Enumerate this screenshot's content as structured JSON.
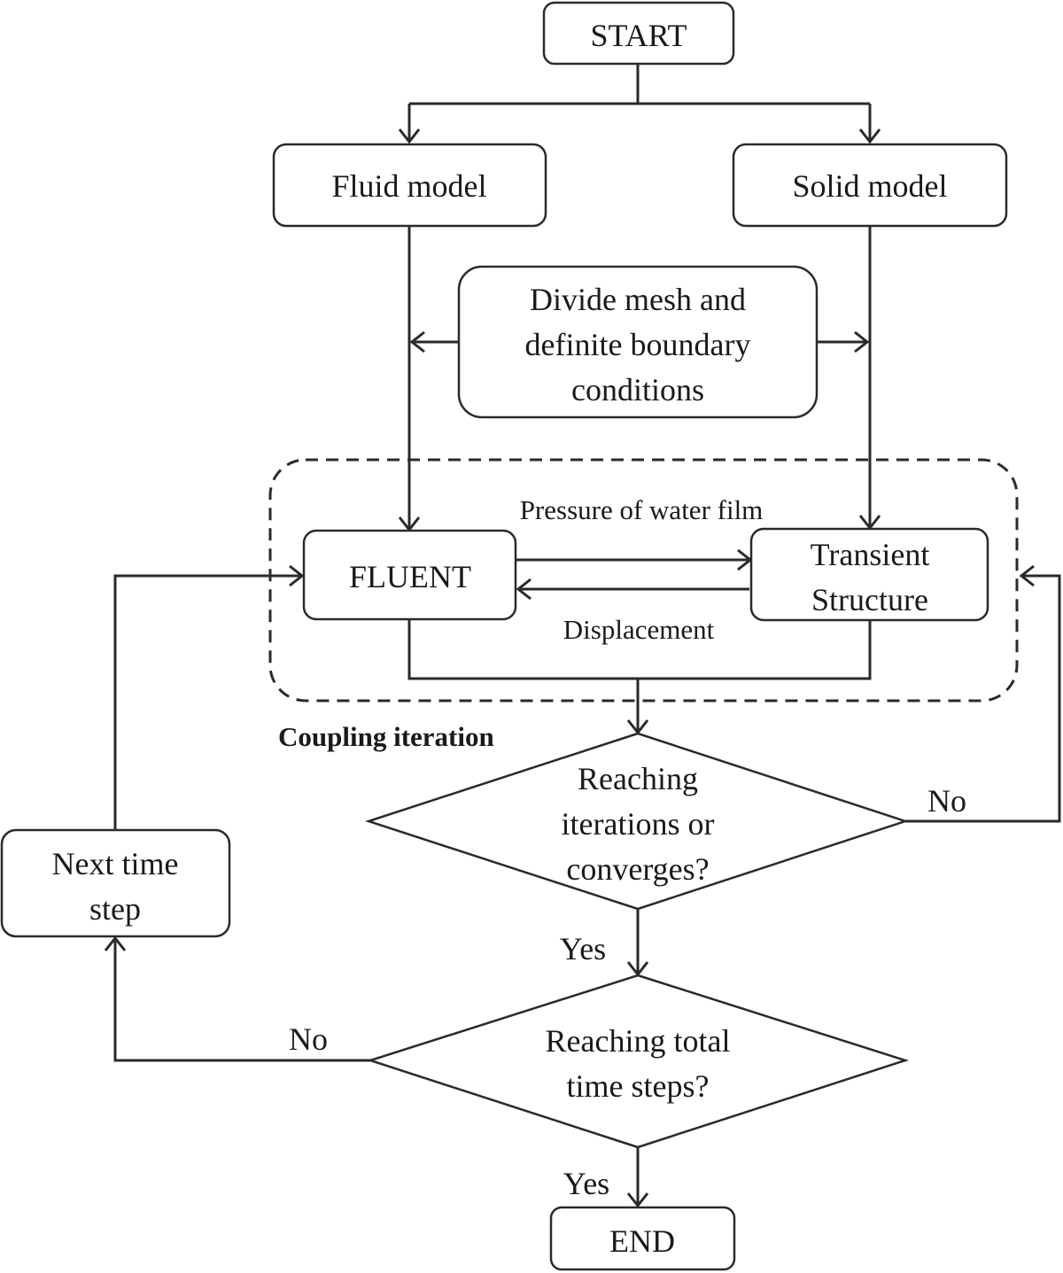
{
  "nodes": {
    "start": "START",
    "fluid_model": "Fluid model",
    "solid_model": "Solid model",
    "mesh": [
      "Divide mesh and",
      "definite boundary",
      "conditions"
    ],
    "fluent": "FLUENT",
    "transient": [
      "Transient",
      "Structure"
    ],
    "decision_iter": [
      "Reaching",
      "iterations or",
      "converges?"
    ],
    "decision_time": [
      "Reaching total",
      "time steps?"
    ],
    "next_step": [
      "Next time",
      "step"
    ],
    "end": "END"
  },
  "edge_labels": {
    "pressure": "Pressure of water film",
    "displacement": "Displacement",
    "iter_no": "No",
    "iter_yes": "Yes",
    "time_no": "No",
    "time_yes": "Yes"
  },
  "group_label": "Coupling iteration"
}
